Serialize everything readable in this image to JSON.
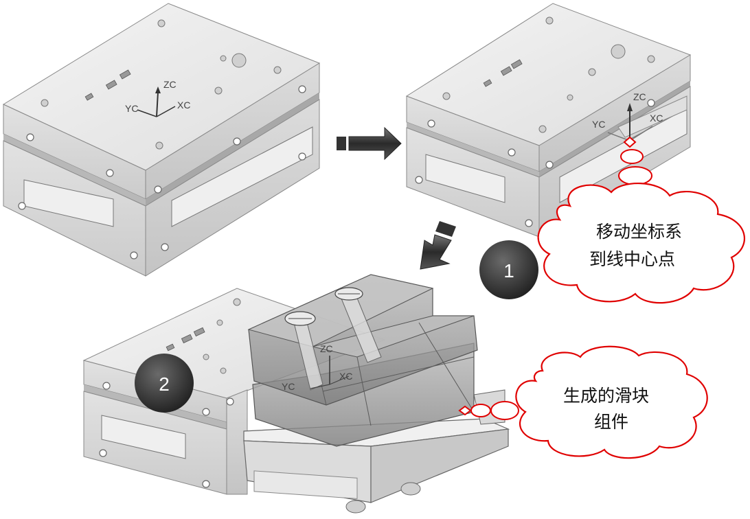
{
  "steps": {
    "step1_number": "1",
    "step2_number": "2"
  },
  "callouts": {
    "move_csys_line1": "移动坐标系",
    "move_csys_line2": "到线中心点",
    "slider_line1": "生成的滑块",
    "slider_line2": "组件"
  },
  "axes": {
    "zc": "ZC",
    "yc": "YC",
    "xc": "XC"
  },
  "colors": {
    "callout_outline": "#e00000",
    "step_badge": "#3a3a3a",
    "mold_light": "#e9e9e9",
    "mold_side": "#d2d2d2",
    "mold_dark": "#a9a9a9",
    "slider_glass": "#8a8a8a"
  },
  "icons": {
    "arrow_right": "arrow-right-icon",
    "arrow_down_left": "arrow-down-left-icon"
  }
}
